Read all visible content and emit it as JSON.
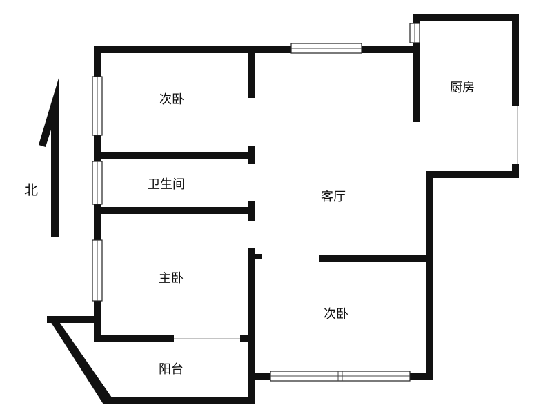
{
  "rooms": {
    "bedroom_top": "次卧",
    "bathroom": "卫生间",
    "master_bedroom": "主卧",
    "balcony": "阳台",
    "living_room": "客厅",
    "kitchen": "厨房",
    "bedroom_bottom": "次卧"
  },
  "compass": {
    "north_label": "北"
  },
  "colors": {
    "wall": "#111111",
    "background": "#ffffff"
  }
}
